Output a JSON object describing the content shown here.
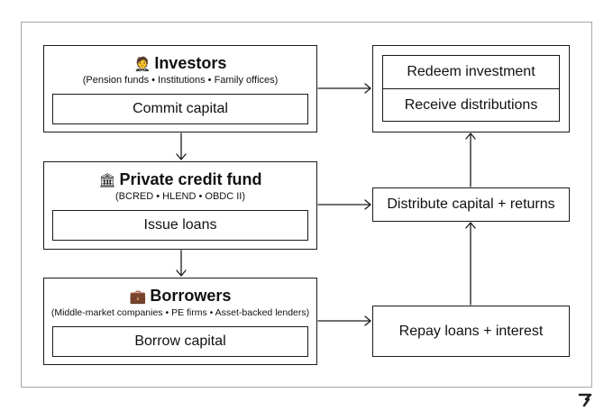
{
  "investors": {
    "icon": "person-in-suit-icon",
    "emoji": "🤵",
    "title": "Investors",
    "subtitle": "(Pension funds • Institutions • Family offices)",
    "action": "Commit capital"
  },
  "fund": {
    "icon": "bank-building-icon",
    "emoji": "🏛",
    "title": "Private credit fund",
    "subtitle": "(BCRED • HLEND • OBDC II)",
    "action": "Issue loans"
  },
  "borrowers": {
    "icon": "briefcase-icon",
    "emoji": "💼",
    "title": "Borrowers",
    "subtitle": "(Middle-market companies • PE firms • Asset-backed lenders)",
    "action": "Borrow capital"
  },
  "outcomes": {
    "redeem": "Redeem investment",
    "receive": "Receive distributions",
    "distribute": "Distribute capital + returns",
    "repay": "Repay loans + interest"
  }
}
